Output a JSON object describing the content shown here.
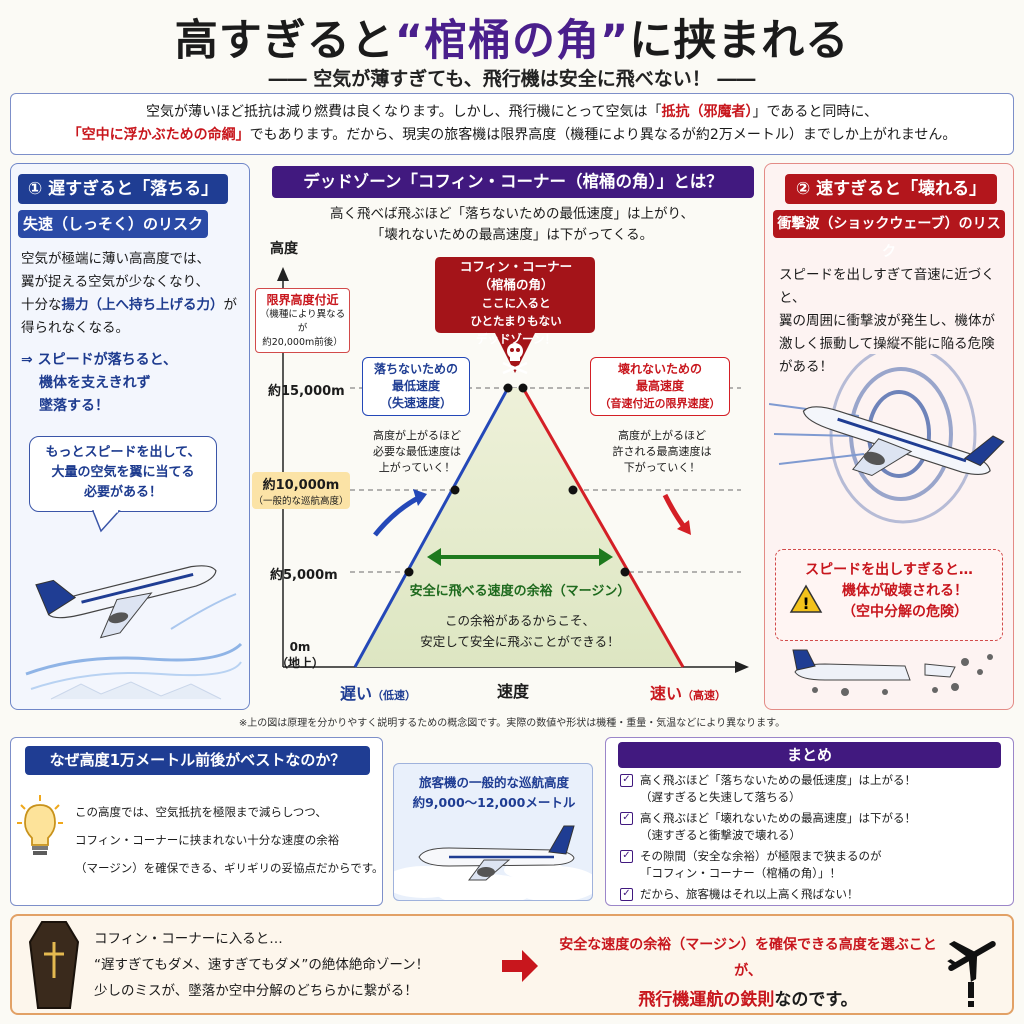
{
  "title": {
    "pre": "高すぎると",
    "quote": "“棺桶の角”",
    "post": "に挟まれる"
  },
  "subtitle": "―― 空気が薄すぎても、飛行機は安全に飛べない！ ――",
  "intro": {
    "line1a": "空気が薄いほど抵抗は減り燃費は良くなります。しかし、飛行機にとって空気は「",
    "line1b": "抵抗（邪魔者）",
    "line1c": "」であると同時に、",
    "line2a": "「空中に浮かぶための命綱」",
    "line2b": "でもあります。だから、現実の旅客機は限界高度（機種により異なるが約2万メートル）までしか上がれません。"
  },
  "left": {
    "header": "① 遅すぎると「落ちる」",
    "sub": "失速（しっそく）のリスク",
    "body1": "空気が極端に薄い高高度では、",
    "body2": "翼が捉える空気が少なくなり、",
    "body3a": "十分な",
    "body3b": "揚力（上へ持ち上げる力）",
    "body3c": "が",
    "body4": "得られなくなる。",
    "arrow1": "⇒ スピードが落ちると、",
    "arrow2": "機体を支えきれず",
    "arrow3": "墜落する！",
    "bubble1": "もっとスピードを出して、",
    "bubble2": "大量の空気を翼に当てる",
    "bubble3": "必要がある！"
  },
  "right": {
    "header": "② 速すぎると「壊れる」",
    "sub": "衝撃波（ショックウェーブ）のリスク",
    "body1": "スピードを出しすぎて音速に近づくと、",
    "body2": "翼の周囲に衝撃波が発生し、機体が",
    "body3": "激しく振動して操縦不能に陥る危険",
    "body4": "がある！",
    "warn1": "スピードを出しすぎると…",
    "warn2": "機体が破壊される！",
    "warn3": "（空中分解の危険）"
  },
  "center": {
    "header": "デッドゾーン「コフィン・コーナー（棺桶の角）」とは？",
    "desc1": "高く飛べば飛ぶほど「落ちないための最低速度」は上がり、",
    "desc2": "「壊れないための最高速度」は下がってくる。",
    "yaxis": "高度",
    "xaxis": "速度",
    "slow": "遅い",
    "slow_sub": "（低速）",
    "fast": "速い",
    "fast_sub": "（高速）",
    "limit1": "限界高度付近",
    "limit2": "（機種により異なるが",
    "limit3": "約20,000m前後）",
    "alt15": "約15,000m",
    "alt10": "約10,000m",
    "alt10sub": "（一般的な巡航高度）",
    "alt5": "約5,000m",
    "alt0": "0m",
    "alt0sub": "（地上）",
    "coffin1": "コフィン・コーナー",
    "coffin2": "（棺桶の角）",
    "coffin3": "ここに入ると",
    "coffin4": "ひとたまりもない",
    "coffin5": "デッドゾーン！",
    "minbox1": "落ちないための",
    "minbox2": "最低速度",
    "minbox3": "（失速速度）",
    "minnote1": "高度が上がるほど",
    "minnote2": "必要な最低速度は",
    "minnote3": "上がっていく！",
    "maxbox1": "壊れないための",
    "maxbox2": "最高速度",
    "maxbox3": "（音速付近の限界速度）",
    "maxnote1": "高度が上がるほど",
    "maxnote2": "許される最高速度は",
    "maxnote3": "下がっていく！",
    "margin": "安全に飛べる速度の余裕（マージン）",
    "marginnote1": "この余裕があるからこそ、",
    "marginnote2": "安定して安全に飛ぶことができる！"
  },
  "note": "※上の図は原理を分かりやすく説明するための概念図です。実際の数値や形状は機種・重量・気温などにより異なります。",
  "why": {
    "header": "なぜ高度1万メートル前後がベストなのか？",
    "body1": "この高度では、空気抵抗を極限まで減らしつつ、",
    "body2": "コフィン・コーナーに挟まれない十分な速度の余裕",
    "body3": "（マージン）を確保できる、ギリギリの妥協点だからです。",
    "cruise1": "旅客機の一般的な巡航高度",
    "cruise2": "約9,000〜12,000メートル"
  },
  "summary": {
    "header": "まとめ",
    "items": [
      [
        "高く飛ぶほど「落ちないための最低速度」は上がる！",
        "（遅すぎると失速して落ちる）"
      ],
      [
        "高く飛ぶほど「壊れないための最高速度」は下がる！",
        "（速すぎると衝撃波で壊れる）"
      ],
      [
        "その隙間（安全な余裕）が極限まで狭まるのが",
        "「コフィン・コーナー（棺桶の角）」！"
      ],
      [
        "だから、旅客機はそれ以上高く飛ばない！",
        ""
      ]
    ]
  },
  "footer": {
    "l1": "コフィン・コーナーに入ると…",
    "l2": "“遅すぎてもダメ、速すぎてもダメ”の絶体絶命ゾーン！",
    "l3": "少しのミスが、墜落か空中分解のどちらかに繋がる！",
    "r1": "安全な速度の余裕（マージン）を確保できる高度を選ぶことが、",
    "r2a": "飛行機運航の鉄則",
    "r2b": "なのです。"
  },
  "colors": {
    "accent_purple": "#41197f",
    "accent_blue": "#1f3d93",
    "accent_red": "#b3161c"
  }
}
